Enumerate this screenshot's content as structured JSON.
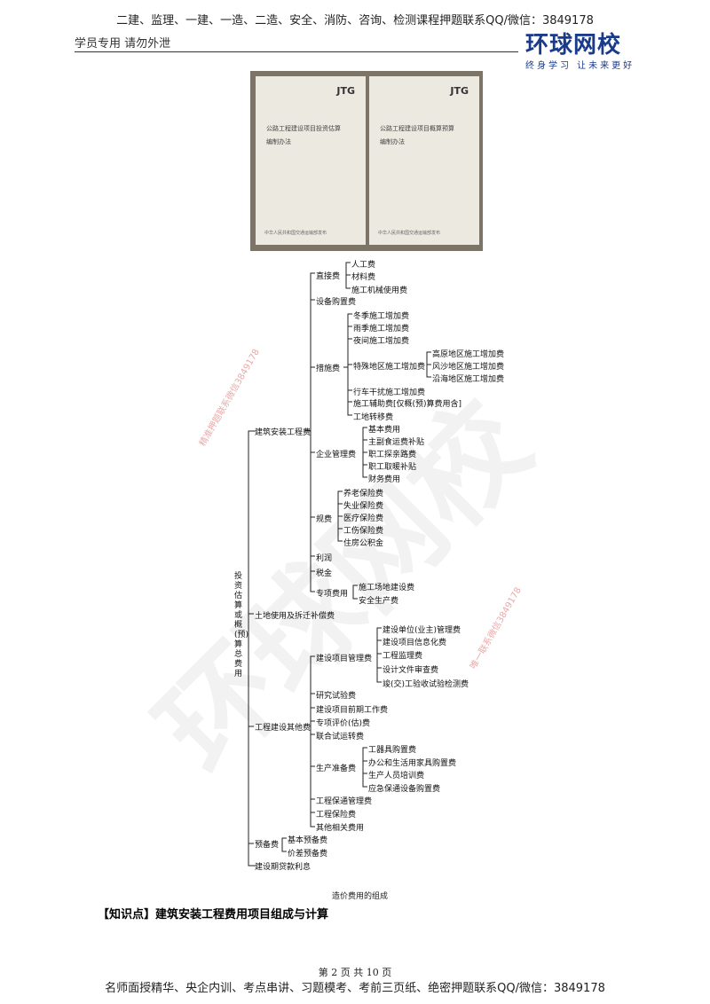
{
  "header": {
    "top": "二建、监理、一建、一造、二造、安全、消防、咨询、检测课程押题联系QQ/微信：3849178",
    "left": "学员专用 请勿外泄",
    "logo_brand": "环球网校",
    "logo_tag": "终身学习 让未来更好"
  },
  "photo": {
    "left": {
      "jtg": "JTG",
      "title1": "公路工程建设项目投资估算",
      "title2": "编制办法"
    },
    "right": {
      "jtg": "JTG",
      "title1": "公路工程建设项目概算预算",
      "title2": "编制办法"
    },
    "publisher": "中华人民共和国交通运输部发布"
  },
  "tree": {
    "root": "投资估算或概(预)算总费用",
    "l1": {
      "jianzhu": "建筑安装工程费",
      "tudi": "土地使用及拆迁补偿费",
      "gongcheng": "工程建设其他费",
      "yubei": "预备费",
      "lixi": "建设期贷款利息"
    },
    "l2": {
      "zhijie": "直接费",
      "shebei": "设备购置费",
      "cuoshi": "措施费",
      "qiye": "企业管理费",
      "guifei": "规费",
      "lirun": "利润",
      "shuijin": "税金",
      "zhuanxiang": "专项费用",
      "xiangmu": "建设项目管理费",
      "yanjiu": "研究试验费",
      "qianqi": "建设项目前期工作费",
      "pingjia": "专项评价(估)费",
      "lianhe": "联合试运转费",
      "shengchan": "生产准备费",
      "baotong": "工程保通管理费",
      "baoxian": "工程保险费",
      "qita": "其他相关费用",
      "jiben": "基本预备费",
      "jiacha": "价差预备费"
    },
    "l3": {
      "rengong": "人工费",
      "cailiao": "材料费",
      "jixie": "施工机械使用费",
      "dongji": "冬季施工增加费",
      "yuji": "雨季施工增加费",
      "yejian": "夜间施工增加费",
      "teshu": "特殊地区施工增加费",
      "xingche": "行车干扰施工增加费",
      "fuzhu": "施工辅助费[仅概(预)算费用含]",
      "zhuanyi": "工地转移费",
      "jibenfeiyong": "基本费用",
      "zhufu": "主副食运费补贴",
      "tanqin": "职工探亲路费",
      "quNuan": "职工取暖补贴",
      "caiwu": "财务费用",
      "yanglao": "养老保险费",
      "shiye": "失业保险费",
      "yiliao": "医疗保险费",
      "gongshang": "工伤保险费",
      "zhufang": "住房公积金",
      "changdi": "施工场地建设费",
      "anquan": "安全生产费",
      "danwei": "建设单位(业主)管理费",
      "xinxihua": "建设项目信息化费",
      "jianli": "工程监理费",
      "shencha": "设计文件审查费",
      "jungong": "竣(交)工验收试验检测费",
      "gongqiju": "工器具购置费",
      "bangong": "办公和生活用家具购置费",
      "peixun": "生产人员培训费",
      "yingji": "应急保通设备购置费"
    },
    "l4": {
      "gaoyuan": "高原地区施工增加费",
      "fengsha": "风沙地区施工增加费",
      "yanhai": "沿海地区施工增加费"
    }
  },
  "caption": "造价费用的组成",
  "knowledge": "【知识点】建筑安装工程费用项目组成与计算",
  "watermarks": {
    "w1": "精准押题联系微信3849178",
    "w2": "唯一联系微信3849178",
    "big": "环球网校"
  },
  "page_num": "第 2 页 共 10 页",
  "footer": "名师面授精华、央企内训、考点串讲、习题模考、考前三页纸、绝密押题联系QQ/微信：3849178"
}
